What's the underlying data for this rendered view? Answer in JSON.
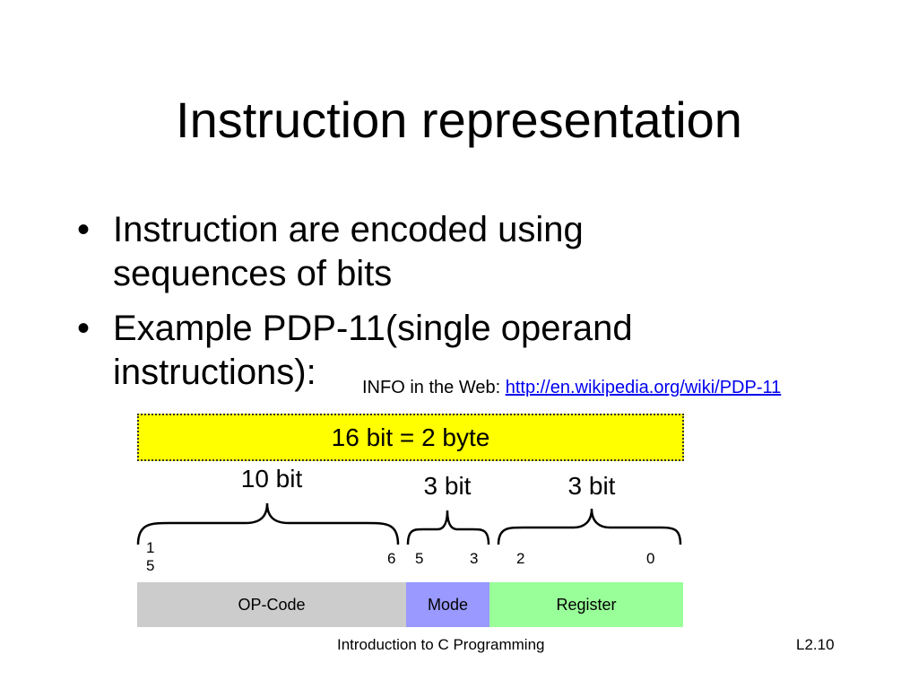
{
  "slide": {
    "title": "Instruction representation",
    "bullets": [
      {
        "symbol": "•",
        "lines": [
          "Instruction are encoded using",
          "sequences of bits"
        ]
      },
      {
        "symbol": "•",
        "lines": [
          "Example PDP-11(single operand",
          "instructions):"
        ]
      }
    ],
    "info_prefix": "INFO in the Web:",
    "info_link": "http://en.wikipedia.org/wiki/PDP-11"
  },
  "diagram": {
    "total_label": "16 bit = 2 byte",
    "groups": [
      {
        "width_label": "10 bit",
        "bit_high": "1\n5",
        "bit_low": "6",
        "field": "OP-Code",
        "color": "#cccccc"
      },
      {
        "width_label": "3 bit",
        "bit_high": "5",
        "bit_low": "3",
        "field": "Mode",
        "color": "#9999ff"
      },
      {
        "width_label": "3 bit",
        "bit_high": "2",
        "bit_low": "0",
        "field": "Register",
        "color": "#99ff99"
      }
    ],
    "highlight_color": "#ffff00"
  },
  "footer": {
    "center": "Introduction to C Programming",
    "right": "L2.10"
  }
}
